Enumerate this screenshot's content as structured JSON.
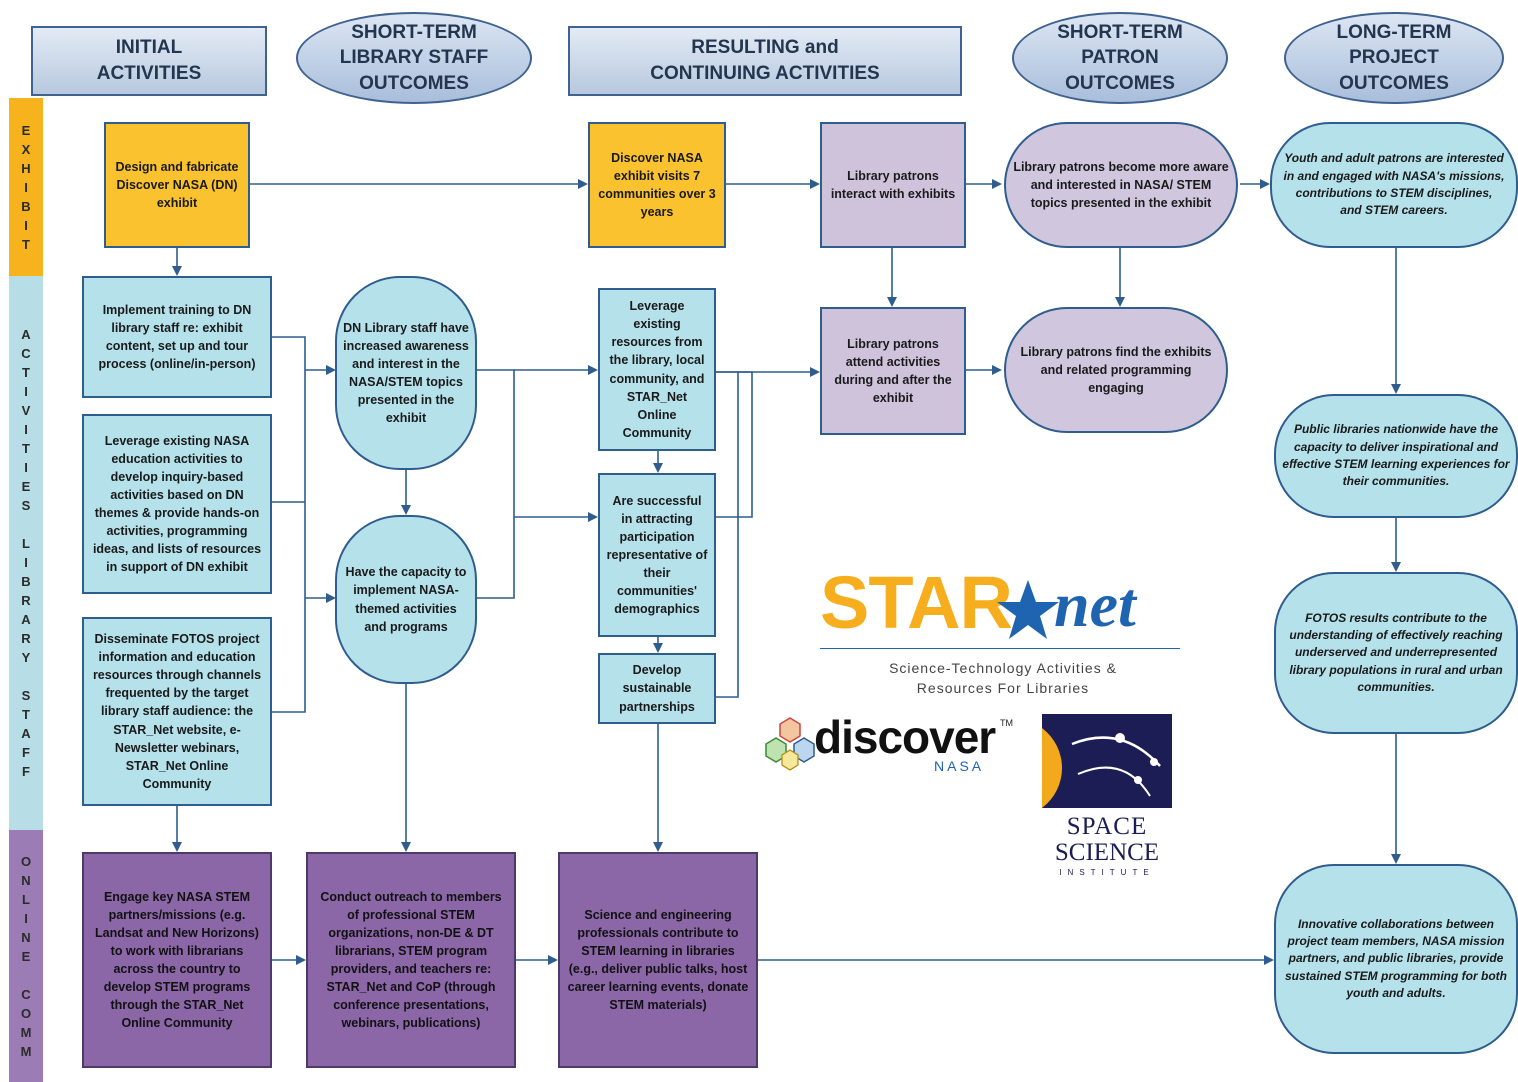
{
  "headers": {
    "initial": "INITIAL\nACTIVITIES",
    "short_staff": "SHORT-TERM\nLIBRARY STAFF\nOUTCOMES",
    "resulting": "RESULTING and\nCONTINUING ACTIVITIES",
    "short_patron": "SHORT-TERM\nPATRON\nOUTCOMES",
    "long_term": "LONG-TERM\nPROJECT\nOUTCOMES"
  },
  "bands": {
    "exhibit": [
      "E",
      "X",
      "H",
      "I",
      "B",
      "I",
      "T"
    ],
    "activities": [
      "A",
      "C",
      "T",
      "I",
      "V",
      "I",
      "T",
      "I",
      "E",
      "S",
      "",
      "L",
      "I",
      "B",
      "R",
      "A",
      "R",
      "Y",
      "",
      "S",
      "T",
      "A",
      "F",
      "F"
    ],
    "online": [
      "O",
      "N",
      "L",
      "I",
      "N",
      "E",
      "",
      "C",
      "O",
      "M",
      "M"
    ]
  },
  "colors": {
    "exhibit_band": "#f6b31e",
    "activities_band": "#b7dde7",
    "online_band": "#9c7cb5",
    "connector": "#2f5d8e"
  },
  "nodes": {
    "design": "Design and fabricate Discover NASA (DN) exhibit",
    "visits": "Discover NASA exhibit visits 7 communities over 3 years",
    "interact": "Library patrons interact with exhibits",
    "aware": "Library patrons become more aware and interested in NASA/ STEM topics presented in the exhibit",
    "youth": "Youth and adult patrons are interested in and engaged with NASA's missions, contributions to STEM disciplines,\nand STEM careers.",
    "training": "Implement training to DN library staff re: exhibit content, set up and tour process (online/in-person)",
    "leverage_nasa": "Leverage existing NASA education activities to develop inquiry-based activities based on DN themes & provide hands-on activities, programming ideas, and lists of resources in support of DN exhibit",
    "disseminate": "Disseminate FOTOS project information and education resources through channels frequented by the target library staff audience: the STAR_Net website, e-Newsletter webinars, STAR_Net Online Community",
    "staff_awareness": "DN Library staff have increased awareness and interest in the NASA/STEM topics presented in the exhibit",
    "capacity": "Have the capacity to implement NASA-themed activities and programs",
    "leverage_res": "Leverage existing resources from the library, local community, and STAR_Net Online Community",
    "successful": "Are successful in attracting participation representative of their communities' demographics",
    "partnerships": "Develop sustainable partnerships",
    "attend": "Library patrons attend activities during and after the exhibit",
    "engaging": "Library patrons find the exhibits and related programming engaging",
    "public_libs": "Public libraries nationwide have the capacity to deliver inspirational and effective STEM learning experiences for their communities.",
    "fotos_results": "FOTOS results contribute to the understanding of effectively reaching underserved and underrepresented library populations in rural and urban communities.",
    "engage_nasa": "Engage key NASA STEM partners/missions (e.g. Landsat and New Horizons) to work with librarians across the country to develop STEM programs through the STAR_Net Online Community",
    "outreach": "Conduct outreach to members of professional STEM organizations, non-DE & DT librarians, STEM program providers, and teachers re: STAR_Net and CoP (through conference presentations, webinars, publications)",
    "science_pros": "Science and engineering professionals contribute to STEM learning in libraries (e.g., deliver public talks, host career learning events, donate STEM materials)",
    "innovative": "Innovative collaborations between project team members, NASA mission partners, and public libraries, provide sustained STEM programming for both youth and adults."
  },
  "logos": {
    "starnet_word": "STAR",
    "starnet_net": "net",
    "starnet_sub": "Science-Technology Activities &\nResources For Libraries",
    "discover_word": "discover",
    "discover_tm": "TM",
    "discover_sub": "NASA",
    "ssi_line1": "SPACE",
    "ssi_line2": "SCIENCE",
    "ssi_line3": "INSTITUTE"
  }
}
